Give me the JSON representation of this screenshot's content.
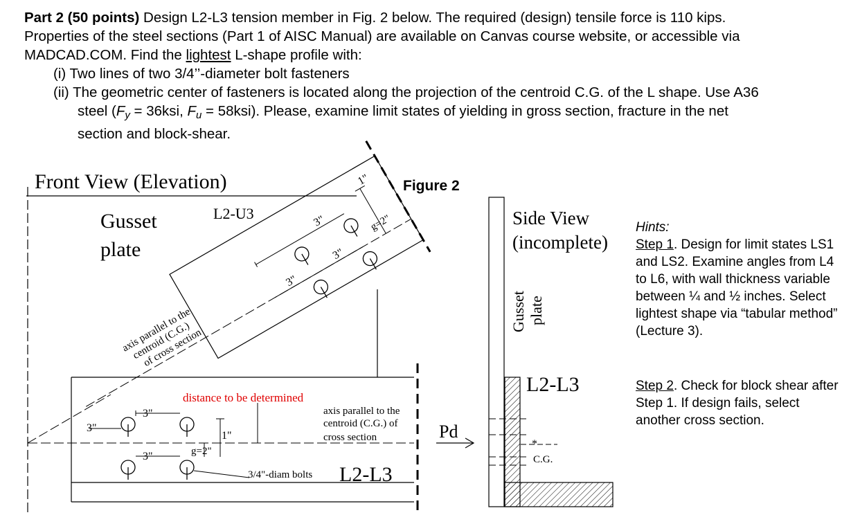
{
  "problem": {
    "part_label": "Part 2 (50 points)",
    "intro": "Design L2-L3 tension member in Fig. 2 below. The required (design) tensile force is 110 kips. Properties of the steel sections (Part 1 of AISC Manual) are available on Canvas course website, or accessible via MADCAD.COM. Find the",
    "lightest": "lightest",
    "intro_tail": "L-shape profile with:",
    "item1": "(i) Two lines of two 3/4’’-diameter bolt fasteners",
    "item2_a": "(ii) The geometric center of fasteners is located along the projection of the centroid C.G. of the L shape. Use A36 steel (",
    "fy_sym": "F",
    "fy_sub": "y",
    "fy_val": " = 36ksi, ",
    "fu_sym": "F",
    "fu_sub": "u",
    "fu_val": " = 58ksi). Please, examine limit states of yielding in gross section, fracture in the net section and block-shear."
  },
  "figure": {
    "title": "Figure 2",
    "front_view": "Front View (Elevation)",
    "gusset_1": "Gusset",
    "gusset_2": "plate",
    "upper_member": "L2-U3",
    "axis_upper_1": "axis parallel to the",
    "axis_upper_2": "centroid (C.G.)",
    "axis_upper_3": "of cross section",
    "dim_3in": "3\"",
    "dim_1in": "1\"",
    "dim_g2": "g=2\"",
    "distance_label": "distance to be determined",
    "axis_lower_1": "axis parallel to the",
    "axis_lower_2": "centroid (C.G.) of",
    "axis_lower_3": "cross section",
    "bolts_label": "3/4\"-diam bolts",
    "member_label": "L2-L3",
    "force_label": "Pd",
    "side_view_1": "Side View",
    "side_view_2": "(incomplete)",
    "side_gusset_1": "Gusset",
    "side_gusset_2": "plate",
    "side_member": "L2-L3",
    "cg_label": "C.G.",
    "cg_star": "*",
    "colors": {
      "distance_label": "#e00000",
      "ink": "#000000"
    }
  },
  "hints": {
    "heading": "Hints:",
    "step1_label": "Step 1",
    "step1_text": ". Design for limit states LS1 and LS2. Examine angles from L4 to L6, with wall thickness variable between ¼ and ½ inches. Select lightest shape via “tabular method” (Lecture 3).",
    "step2_label": "Step 2",
    "step2_text": ". Check for block shear after Step 1. If design fails, select another cross section."
  }
}
